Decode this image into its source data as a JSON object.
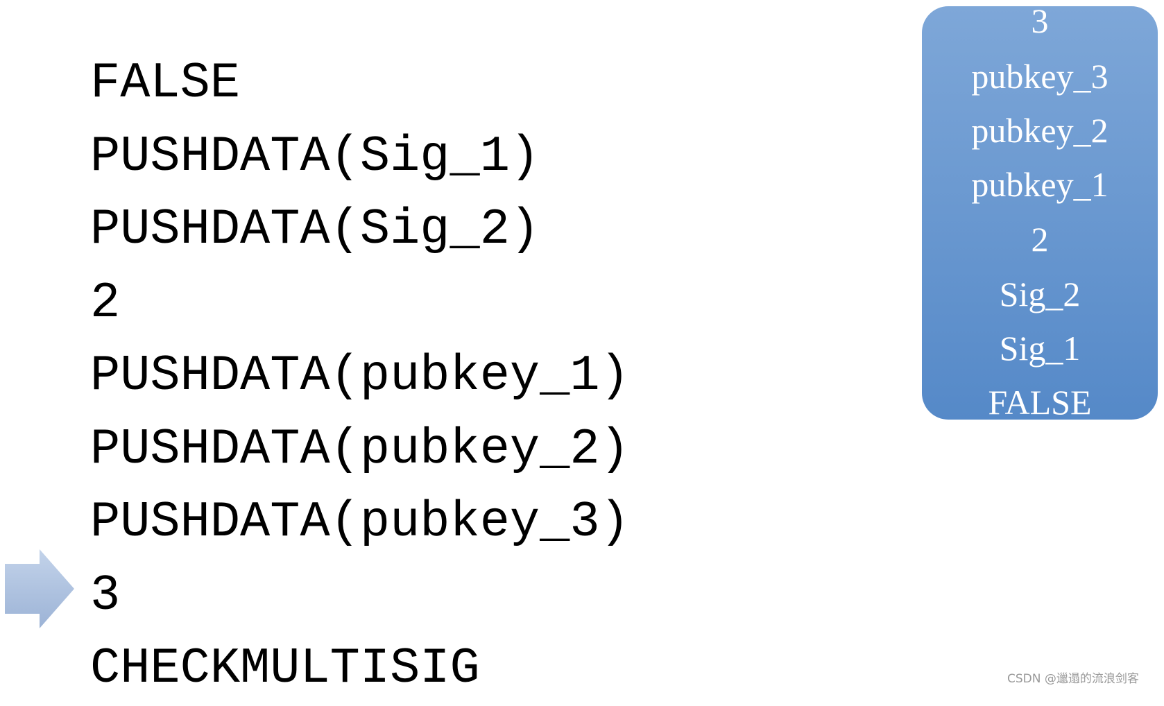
{
  "script_lines": [
    "FALSE",
    "PUSHDATA(Sig_1)",
    "PUSHDATA(Sig_2)",
    "2",
    "PUSHDATA(pubkey_1)",
    "PUSHDATA(pubkey_2)",
    "PUSHDATA(pubkey_3)",
    "3",
    "CHECKMULTISIG"
  ],
  "current_line_index": 7,
  "stack_items": [
    "3",
    "pubkey_3",
    "pubkey_2",
    "pubkey_1",
    "2",
    "Sig_2",
    "Sig_1",
    "FALSE"
  ],
  "colors": {
    "stack_top": "#7ea7d8",
    "stack_bottom": "#5589c8",
    "arrow_top": "#c3d3ea",
    "arrow_bottom": "#9cb3d6"
  },
  "watermark": "CSDN @邋遢的流浪剑客"
}
